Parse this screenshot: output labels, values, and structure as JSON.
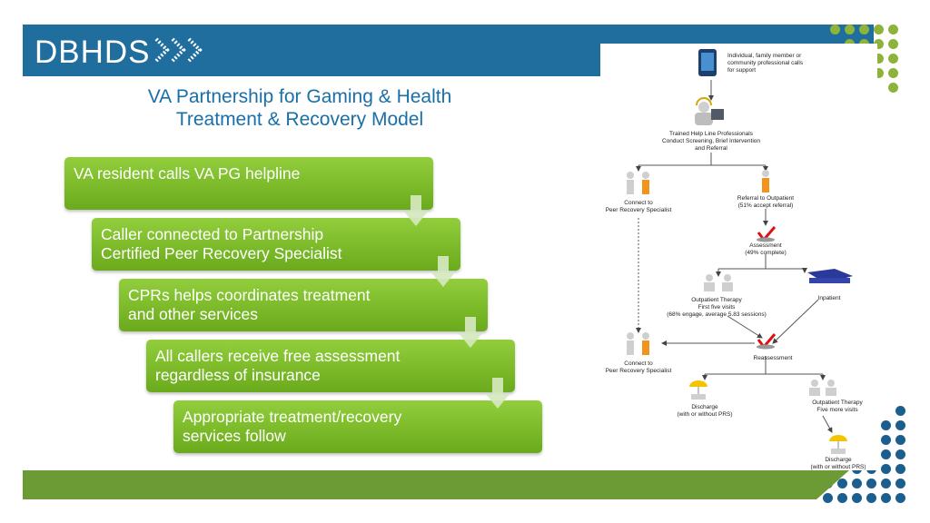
{
  "header": {
    "logo_text": "DBHDS"
  },
  "title": {
    "line1": "VA Partnership for Gaming & Health",
    "line2": "Treatment & Recovery Model"
  },
  "steps": [
    {
      "line1": "VA resident calls VA PG helpline",
      "line2": ""
    },
    {
      "line1": "Caller connected to Partnership",
      "line2": "Certified Peer Recovery Specialist"
    },
    {
      "line1": "CPRs helps coordinates treatment",
      "line2": "and other services"
    },
    {
      "line1": "All callers receive free assessment",
      "line2": "regardless of insurance"
    },
    {
      "line1": "Appropriate treatment/recovery",
      "line2": "services follow"
    }
  ],
  "flowchart": {
    "start": {
      "line1": "Individual, family member or",
      "line2": "community professional calls",
      "line3": "for support"
    },
    "helpline": {
      "line1": "Trained Help Line Professionals",
      "line2": "Conduct Screening, Brief Intervention",
      "line3": "and Referral"
    },
    "connect1": {
      "line1": "Connect to",
      "line2": "Peer Recovery Specialist"
    },
    "referral": {
      "line1": "Referral to Outpatient",
      "line2": "(51% accept referral)"
    },
    "assessment": {
      "line1": "Assessment",
      "line2": "(49% complete)"
    },
    "outpatient": {
      "line1": "Outpatient Therapy",
      "line2": "First five visits",
      "line3": "(68% engage, average 5.83 sessions)"
    },
    "inpatient": {
      "line1": "Inpatient"
    },
    "connect2": {
      "line1": "Connect to",
      "line2": "Peer Recovery Specialist"
    },
    "reassessment": {
      "line1": "Reassessment"
    },
    "discharge1": {
      "line1": "Discharge",
      "line2": "(with or without PRS)"
    },
    "outpatient2": {
      "line1": "Outpatient Therapy",
      "line2": "Five more visits"
    },
    "discharge2": {
      "line1": "Discharge",
      "line2": "(with or without PRS)"
    }
  },
  "colors": {
    "header_blue": "#1f6e9e",
    "step_green": "#7dbd2c",
    "dot_green": "#8db33a",
    "dot_blue": "#1c5f8f",
    "footer_green": "#6c9a34",
    "title_blue": "#1a6fa8"
  }
}
